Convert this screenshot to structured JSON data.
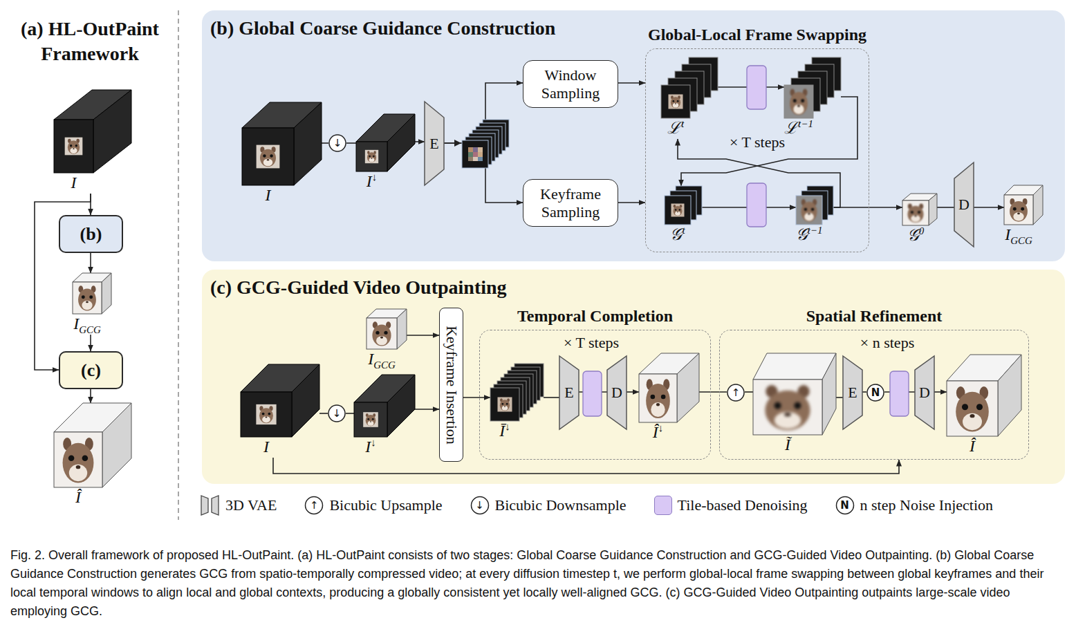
{
  "diagram": {
    "caption": "Fig. 2. Overall framework of proposed HL-OutPaint. (a) HL-OutPaint consists of two stages: Global Coarse Guidance Construction and GCG-Guided Video Outpainting. (b) Global Coarse Guidance Construction generates GCG from spatio-temporally compressed video; at every diffusion timestep t, we perform global-local frame swapping between global keyframes and their local temporal windows to align local and global contexts, producing a globally consistent yet locally well-aligned GCG. (c) GCG-Guided Video Outpainting outpaints large-scale video employing GCG.",
    "nodes": [
      {
        "text": [
          "I"
        ]
      },
      {
        "text": [
          "(b)"
        ]
      },
      {
        "text": [
          "IGCG"
        ]
      },
      {
        "text": [
          "(c)"
        ]
      },
      {
        "text": [
          "Î"
        ]
      },
      {
        "text": [
          "(b) Global Coarse Guidance Construction"
        ]
      },
      {
        "text": [
          "I"
        ],
        "in": 5
      },
      {
        "text": [
          "↓"
        ],
        "in": 5
      },
      {
        "text": [
          "I↓"
        ],
        "in": 5
      },
      {
        "text": [
          "E"
        ],
        "in": 5
      },
      {
        "text": [
          "Window Sampling"
        ],
        "in": 5
      },
      {
        "text": [
          "Keyframe Sampling"
        ],
        "in": 5
      },
      {
        "text": [
          "Global-Local Frame Swapping"
        ],
        "in": 5
      },
      {
        "text": [
          "ℒt"
        ],
        "in": 12
      },
      {
        "text": [
          "ℒt−1"
        ],
        "in": 12
      },
      {
        "text": [
          "𝒢t"
        ],
        "in": 12
      },
      {
        "text": [
          "𝒢t−1"
        ],
        "in": 12
      },
      {
        "text": [
          "𝒢0"
        ],
        "in": 5
      },
      {
        "text": [
          "D"
        ],
        "in": 5
      },
      {
        "text": [
          "IGCG"
        ],
        "in": 5
      },
      {
        "text": [
          "(c) GCG-Guided Video Outpainting"
        ]
      },
      {
        "text": [
          "IGCG"
        ],
        "in": 20
      },
      {
        "text": [
          "I"
        ],
        "in": 20
      },
      {
        "text": [
          "↓"
        ],
        "in": 20
      },
      {
        "text": [
          "I↓"
        ],
        "in": 20
      },
      {
        "text": [
          "Keyframe Insertion"
        ],
        "in": 20
      },
      {
        "text": [
          "Temporal Completion"
        ],
        "in": 20
      },
      {
        "text": [
          "Ī↓"
        ],
        "in": 26
      },
      {
        "text": [
          "E"
        ],
        "in": 26
      },
      {
        "text": [
          "D"
        ],
        "in": 26
      },
      {
        "text": [
          "Î↓"
        ],
        "in": 26
      },
      {
        "text": [
          "Spatial Refinement"
        ],
        "in": 20
      },
      {
        "text": [
          "↑"
        ],
        "in": 31
      },
      {
        "text": [
          "Ĩ"
        ],
        "in": 31
      },
      {
        "text": [
          "E"
        ],
        "in": 31
      },
      {
        "text": [
          "N"
        ],
        "in": 31
      },
      {
        "text": [
          "D"
        ],
        "in": 31
      },
      {
        "text": [
          "Î"
        ],
        "in": 31
      }
    ],
    "edges": [
      {
        "from": 0,
        "to": 1,
        "arrow": "to"
      },
      {
        "from": 1,
        "to": 2,
        "arrow": "to"
      },
      {
        "from": 2,
        "to": 3,
        "arrow": "to"
      },
      {
        "from": 0,
        "to": 3,
        "arrow": "to"
      },
      {
        "from": 3,
        "to": 4,
        "arrow": "to"
      },
      {
        "from": 6,
        "to": 7,
        "arrow": "none"
      },
      {
        "from": 7,
        "to": 8,
        "arrow": "none"
      },
      {
        "from": 8,
        "to": 9,
        "arrow": "to"
      },
      {
        "from": 9,
        "to": 10,
        "arrow": "to"
      },
      {
        "from": 9,
        "to": 11,
        "arrow": "to"
      },
      {
        "from": 10,
        "to": 12,
        "arrow": "to"
      },
      {
        "from": 11,
        "to": 12,
        "arrow": "to"
      },
      {
        "from": 13,
        "to": 14,
        "arrow": "to"
      },
      {
        "from": 14,
        "to": 15,
        "arrow": "to"
      },
      {
        "from": 16,
        "to": 13,
        "arrow": "to"
      },
      {
        "from": 15,
        "to": 16,
        "arrow": "to"
      },
      {
        "from": 16,
        "to": 17,
        "arrow": "to"
      },
      {
        "from": 17,
        "to": 18,
        "arrow": "none"
      },
      {
        "from": 18,
        "to": 19,
        "arrow": "to"
      },
      {
        "from": 22,
        "to": 23,
        "arrow": "none"
      },
      {
        "from": 23,
        "to": 24,
        "arrow": "none"
      },
      {
        "from": 24,
        "to": 25,
        "arrow": "to"
      },
      {
        "from": 21,
        "to": 25,
        "arrow": "to"
      },
      {
        "from": 25,
        "to": 27,
        "arrow": "to"
      },
      {
        "from": 27,
        "to": 28,
        "arrow": "none"
      },
      {
        "from": 28,
        "to": 29,
        "arrow": "none"
      },
      {
        "from": 29,
        "to": 30,
        "arrow": "to"
      },
      {
        "from": 30,
        "to": 32,
        "arrow": "none"
      },
      {
        "from": 32,
        "to": 33,
        "arrow": "none"
      },
      {
        "from": 33,
        "to": 34,
        "arrow": "none"
      },
      {
        "from": 34,
        "to": 35,
        "arrow": "none"
      },
      {
        "from": 35,
        "to": 36,
        "arrow": "none"
      },
      {
        "from": 36,
        "to": 37,
        "arrow": "to"
      },
      {
        "from": 22,
        "to": 31,
        "arrow": "to"
      }
    ],
    "labels": [
      "(a) HL-OutPaint Framework",
      "× T steps",
      "× T steps",
      "× n steps",
      "↑",
      "↓",
      "N"
    ],
    "legend": [
      {
        "text": "3D VAE"
      },
      {
        "text": "Bicubic Upsample"
      },
      {
        "text": "Bicubic Downsample"
      },
      {
        "text": "Tile-based Denoising",
        "color": "#d9c8f5"
      },
      {
        "text": "n step Noise Injection"
      }
    ]
  }
}
